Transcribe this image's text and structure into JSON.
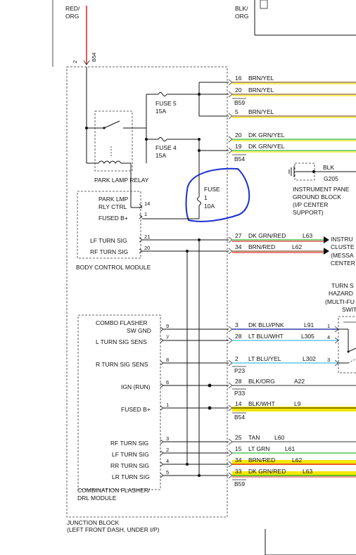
{
  "colors": {
    "red": "#e53030",
    "orange": "#e07b1a",
    "green": "#2eb82e",
    "yellow": "#f5e600",
    "brown": "#8b5a2b",
    "light_blue": "#5fc8e8",
    "dark_blue": "#2c3fa8",
    "block_fill": "#dbe9f2",
    "annotation": "#1a2fd0"
  },
  "top_left_wire": {
    "color_top": "RED/",
    "color_bottom": "ORG",
    "pin": "2",
    "connector": "B54"
  },
  "top_right_wire": {
    "color_top": "BLK/",
    "color_bottom": "ORG"
  },
  "junction_block_label": [
    "JUNCTION BLOCK",
    "(LEFT FRONT DASH, UNDER I/P)"
  ],
  "fuses": {
    "fuse5": {
      "name": "FUSE 5",
      "rating": "15A"
    },
    "fuse4": {
      "name": "FUSE 4",
      "rating": "15A"
    },
    "fuse1": {
      "name": "FUSE",
      "number": "1",
      "rating": "10A"
    }
  },
  "park_lamp_relay": "PARK LAMP RELAY",
  "bcm": {
    "title": "BODY CONTROL MODULE",
    "park_lmp": "PARK LMP",
    "rly_ctrl": "RLY CTRL",
    "fused_b": "FUSED B+",
    "lf_turn": "LF TURN SIG",
    "rf_turn": "RF TURN SIG",
    "pins": [
      "14",
      "1",
      "21",
      "20"
    ]
  },
  "flasher": {
    "title_line1": "COMBINATION FLASHER/",
    "title_line2": "DRL MODULE",
    "combo_line1": "COMBO FLASHER",
    "combo_line2": "SW GND",
    "l_turn_sens": "L TURN SIG SENS",
    "r_turn_sens": "R TURN SIG SENS",
    "ign": "IGN (RUN)",
    "fused_b": "FUSED B+",
    "rf_turn": "RF TURN SIG",
    "lf_turn": "LF TURN SIG",
    "rr_turn": "RR TURN SIG",
    "lr_turn": "LR TURN SIG",
    "pins": [
      "9",
      "7",
      "8",
      "6",
      "1",
      "3",
      "2",
      "4",
      "5"
    ]
  },
  "right_wires": [
    {
      "pin": "16",
      "color": "BRN/YEL",
      "circuit": ""
    },
    {
      "pin": "20",
      "color": "BRN/YEL",
      "circuit": ""
    },
    {
      "pin": "5",
      "color": "BRN/YEL",
      "circuit": ""
    },
    {
      "pin": "20",
      "color": "DK GRN/YEL",
      "circuit": ""
    },
    {
      "pin": "19",
      "color": "DK GRN/YEL",
      "circuit": ""
    },
    {
      "pin": "27",
      "color": "DK GRN/RED",
      "circuit": "L63"
    },
    {
      "pin": "34",
      "color": "BRN/RED",
      "circuit": "L62"
    },
    {
      "pin": "3",
      "color": "DK BLU/PNK",
      "circuit": "L91"
    },
    {
      "pin": "28",
      "color": "LT BLU/WHT",
      "circuit": "L305"
    },
    {
      "pin": "2",
      "color": "LT BLU/YEL",
      "circuit": "L302"
    },
    {
      "pin": "28",
      "color": "BLK/ORG",
      "circuit": "A22"
    },
    {
      "pin": "14",
      "color": "BLK/WHT",
      "circuit": "L9"
    },
    {
      "pin": "25",
      "color": "TAN",
      "circuit": "L60"
    },
    {
      "pin": "15",
      "color": "LT GRN",
      "circuit": "L61"
    },
    {
      "pin": "34",
      "color": "BRN/RED",
      "circuit": "L62"
    },
    {
      "pin": "33",
      "color": "DK GRN/RED",
      "circuit": "L63"
    }
  ],
  "connectors": [
    "B59",
    "B54",
    "P23",
    "P33",
    "B54",
    "B59"
  ],
  "ground": {
    "wire_color": "BLK",
    "id": "G205",
    "line1": "INSTRUMENT PANE",
    "line2": "GROUND BLOCK",
    "line3": "(I/P CENTER",
    "line4": "SUPPORT)"
  },
  "cluster": {
    "line1": "INSTRU",
    "line2": "CLUSTE",
    "line3": "(MESSA",
    "line4": "CENTER"
  },
  "hazard_switch": {
    "line1": "TURN S",
    "line2": "HAZARD",
    "line3": "(MULTI-FU",
    "line4": "SWIT",
    "pins": [
      "1",
      "4",
      "3"
    ]
  }
}
